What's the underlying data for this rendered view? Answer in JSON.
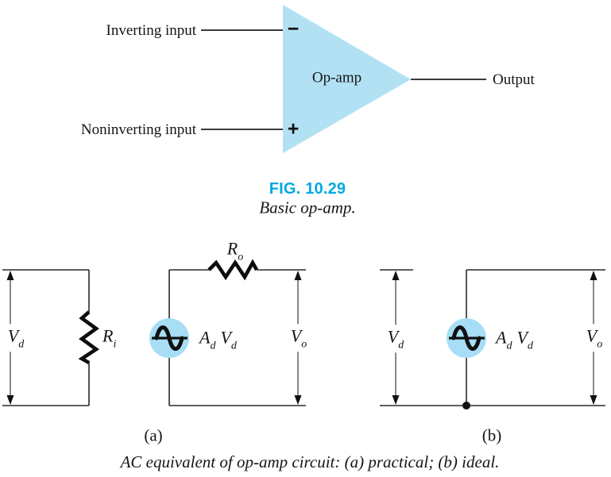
{
  "colors": {
    "triangle_blue": "#B2E1F4",
    "circle_blue": "#A7DEF6",
    "fig_label_cyan": "#00A9E0",
    "line_color": "#1f1f1f"
  },
  "opamp_figure": {
    "inverting_label": "Inverting input",
    "noninverting_label": "Noninverting input",
    "minus_sign": "−",
    "plus_sign": "+",
    "opamp_label": "Op-amp",
    "output_label": "Output",
    "fig_number": "FIG. 10.29",
    "fig_caption": "Basic op-amp."
  },
  "equivalent_figure": {
    "circuit_a": {
      "vd": {
        "base": "V",
        "sub": "d"
      },
      "ri": {
        "base": "R",
        "sub": "i"
      },
      "ro": {
        "base": "R",
        "sub": "o"
      },
      "advd": {
        "base1": "A",
        "sub1": "d",
        "base2": "V",
        "sub2": "d"
      },
      "vo": {
        "base": "V",
        "sub": "o"
      },
      "sublabel": "(a)"
    },
    "circuit_b": {
      "vd": {
        "base": "V",
        "sub": "d"
      },
      "advd": {
        "base1": "A",
        "sub1": "d",
        "base2": "V",
        "sub2": "d"
      },
      "vo": {
        "base": "V",
        "sub": "o"
      },
      "sublabel": "(b)"
    },
    "caption": "AC equivalent of op-amp circuit: (a) practical; (b) ideal."
  }
}
